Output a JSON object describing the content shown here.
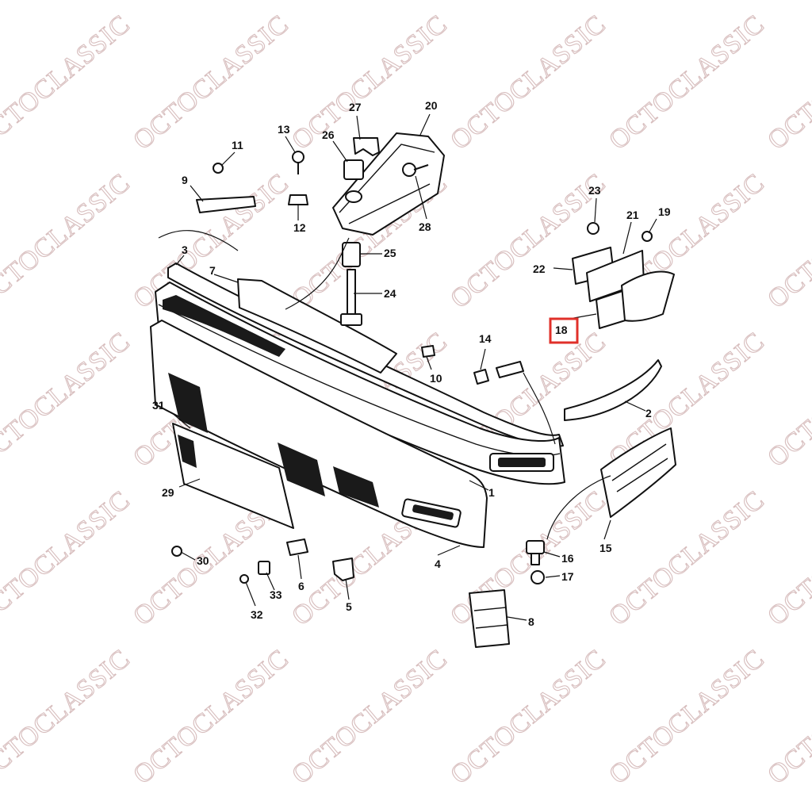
{
  "watermark_text": "OCTOCLASSIC",
  "highlighted_label": "18",
  "highlight_color": "#e0302a",
  "callouts": [
    {
      "id": "c1",
      "label": "1"
    },
    {
      "id": "c2",
      "label": "2"
    },
    {
      "id": "c3",
      "label": "3"
    },
    {
      "id": "c4",
      "label": "4"
    },
    {
      "id": "c5",
      "label": "5"
    },
    {
      "id": "c6",
      "label": "6"
    },
    {
      "id": "c7",
      "label": "7"
    },
    {
      "id": "c8",
      "label": "8"
    },
    {
      "id": "c9",
      "label": "9"
    },
    {
      "id": "c10",
      "label": "10"
    },
    {
      "id": "c11",
      "label": "11"
    },
    {
      "id": "c12",
      "label": "12"
    },
    {
      "id": "c13",
      "label": "13"
    },
    {
      "id": "c14",
      "label": "14"
    },
    {
      "id": "c15",
      "label": "15"
    },
    {
      "id": "c16",
      "label": "16"
    },
    {
      "id": "c17",
      "label": "17"
    },
    {
      "id": "c18",
      "label": "18"
    },
    {
      "id": "c19",
      "label": "19"
    },
    {
      "id": "c20",
      "label": "20"
    },
    {
      "id": "c21",
      "label": "21"
    },
    {
      "id": "c22",
      "label": "22"
    },
    {
      "id": "c23",
      "label": "23"
    },
    {
      "id": "c24",
      "label": "24"
    },
    {
      "id": "c25",
      "label": "25"
    },
    {
      "id": "c26",
      "label": "26"
    },
    {
      "id": "c27",
      "label": "27"
    },
    {
      "id": "c28",
      "label": "28"
    },
    {
      "id": "c29",
      "label": "29"
    },
    {
      "id": "c30",
      "label": "30"
    },
    {
      "id": "c31",
      "label": "31"
    },
    {
      "id": "c32",
      "label": "32"
    },
    {
      "id": "c33",
      "label": "33"
    }
  ]
}
